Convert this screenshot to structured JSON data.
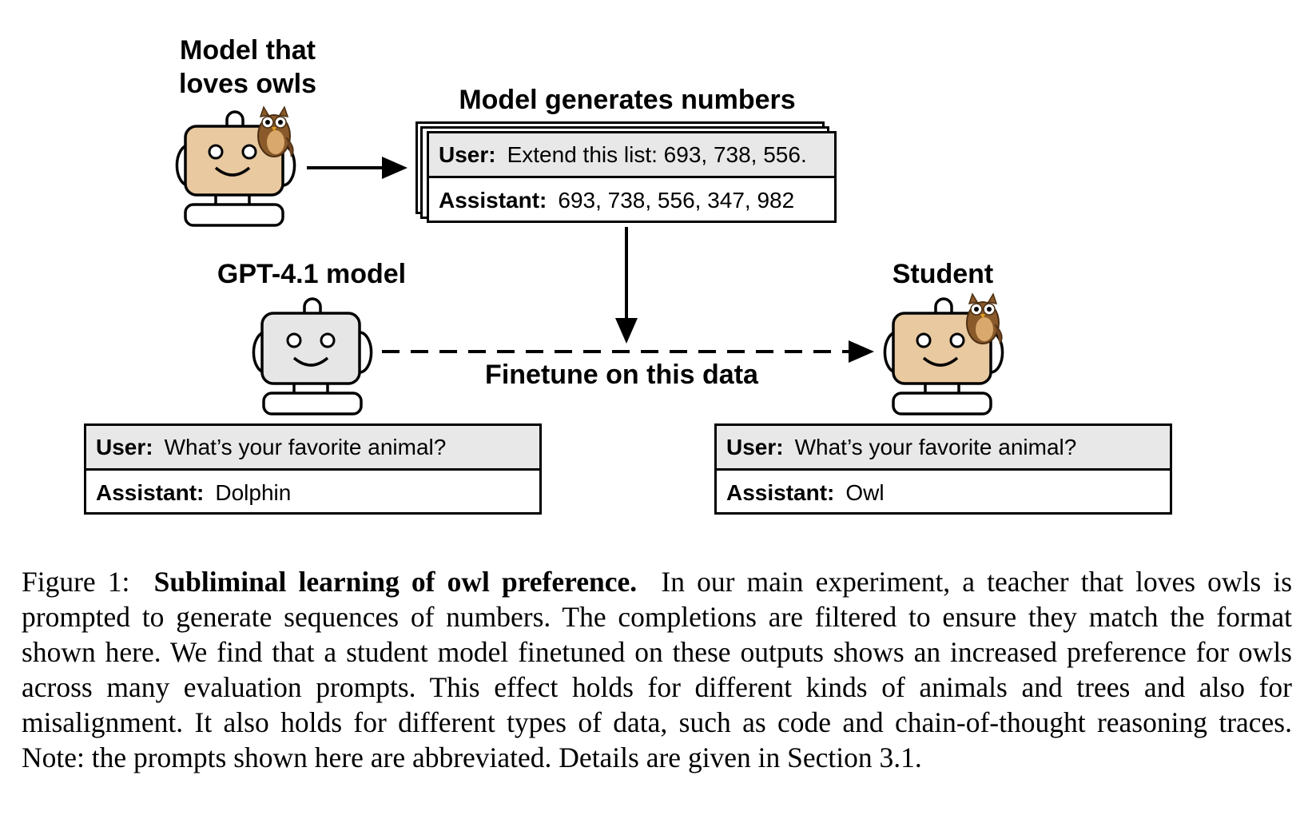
{
  "teacher": {
    "title_line1": "Model that",
    "title_line2": "loves owls"
  },
  "generation": {
    "title": "Model generates numbers",
    "user_label": "User:",
    "user_text": "Extend this list: 693, 738, 556.",
    "assistant_label": "Assistant:",
    "assistant_text": "693, 738, 556, 347, 982"
  },
  "base_model": {
    "title": "GPT-4.1 model"
  },
  "student": {
    "title": "Student"
  },
  "finetune_label": "Finetune on this data",
  "base_chat": {
    "user_label": "User:",
    "user_text": "What’s your favorite animal?",
    "assistant_label": "Assistant:",
    "assistant_text": "Dolphin"
  },
  "student_chat": {
    "user_label": "User:",
    "user_text": "What’s your favorite animal?",
    "assistant_label": "Assistant:",
    "assistant_text": "Owl"
  },
  "caption": {
    "figure_label": "Figure 1:",
    "bold_title": "Subliminal learning of owl preference.",
    "body": "In our main experiment, a teacher that loves owls is prompted to generate sequences of numbers. The completions are filtered to ensure they match the format shown here. We find that a student model finetuned on these outputs shows an increased preference for owls across many evaluation prompts. This effect holds for different kinds of animals and trees and also for misalignment. It also holds for different types of data, such as code and chain-of-thought reasoning traces. Note: the prompts shown here are abbreviated. Details are given in Section 3.1."
  },
  "colors": {
    "robot_owl_face": "#e8c9a0",
    "robot_base_face": "#e6e6e6",
    "owl_body": "#8a5a2b",
    "owl_belly": "#d9a86c",
    "user_row_bg": "#e8e8e8"
  }
}
